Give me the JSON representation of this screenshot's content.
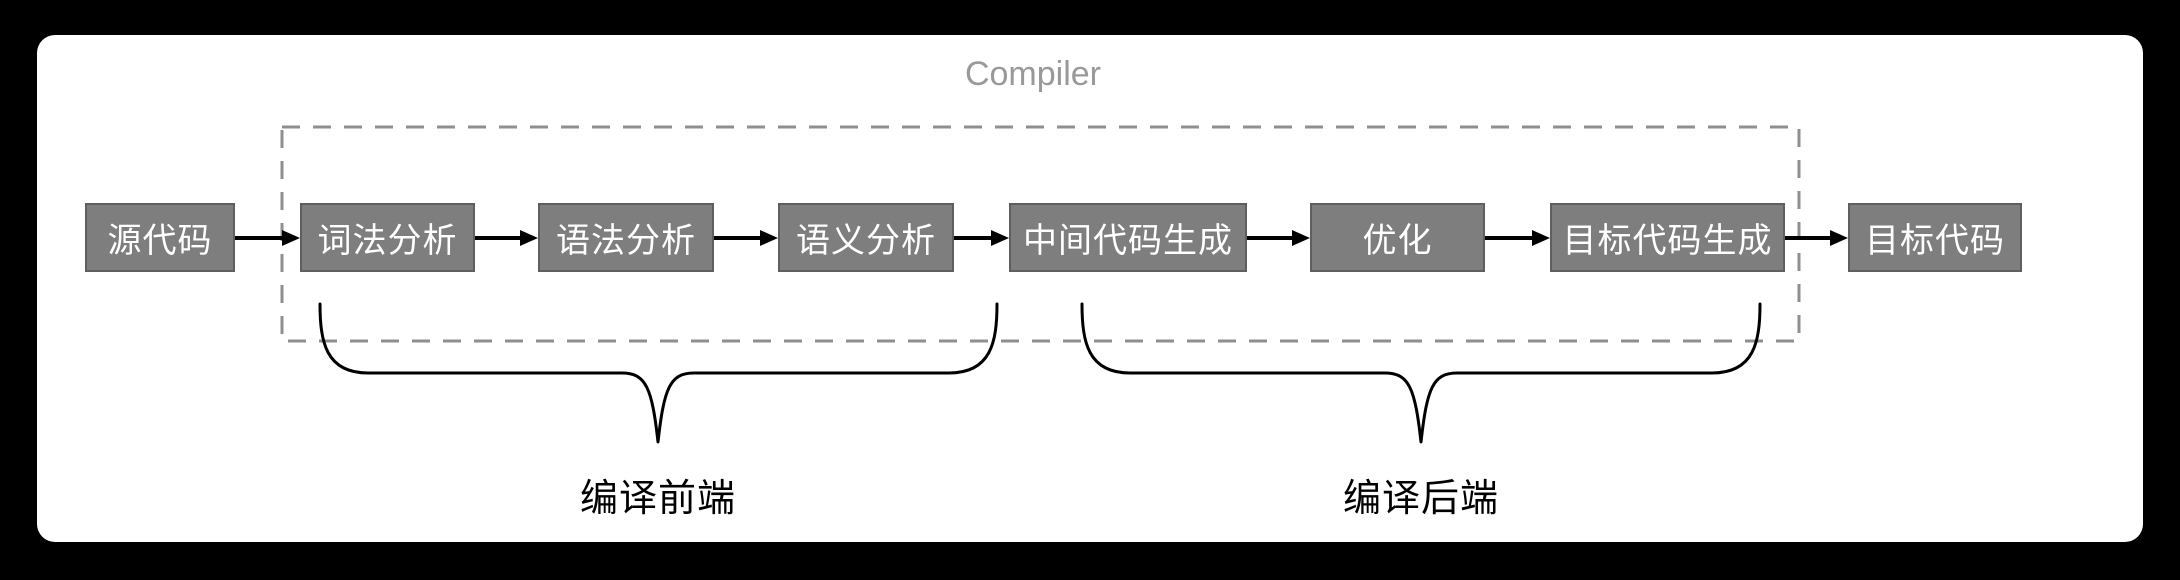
{
  "diagram": {
    "title": "Compiler",
    "nodes": [
      {
        "id": "source-code",
        "label": "源代码"
      },
      {
        "id": "lexical-analysis",
        "label": "词法分析"
      },
      {
        "id": "syntax-analysis",
        "label": "语法分析"
      },
      {
        "id": "semantic-analysis",
        "label": "语义分析"
      },
      {
        "id": "intermediate-code-generation",
        "label": "中间代码生成"
      },
      {
        "id": "optimization",
        "label": "优化"
      },
      {
        "id": "target-code-generation",
        "label": "目标代码生成"
      },
      {
        "id": "target-code",
        "label": "目标代码"
      }
    ],
    "edges": [
      {
        "from": "源代码",
        "to": "词法分析"
      },
      {
        "from": "词法分析",
        "to": "语法分析"
      },
      {
        "from": "语法分析",
        "to": "语义分析"
      },
      {
        "from": "语义分析",
        "to": "中间代码生成"
      },
      {
        "from": "中间代码生成",
        "to": "优化"
      },
      {
        "from": "优化",
        "to": "目标代码生成"
      },
      {
        "from": "目标代码生成",
        "to": "目标代码"
      }
    ],
    "groups": [
      {
        "label": "编译前端",
        "members": [
          "词法分析",
          "语法分析",
          "语义分析"
        ]
      },
      {
        "label": "编译后端",
        "members": [
          "中间代码生成",
          "优化",
          "目标代码生成"
        ]
      }
    ],
    "colors": {
      "page_bg": "#000000",
      "card_bg": "#ffffff",
      "title": "#999999",
      "dashed_box": "#8f8f8f",
      "node_fill": "#7e7e7e",
      "node_border": "#5f5f5f",
      "node_text": "#ffffff",
      "connector": "#000000",
      "label_text": "#000000"
    }
  }
}
